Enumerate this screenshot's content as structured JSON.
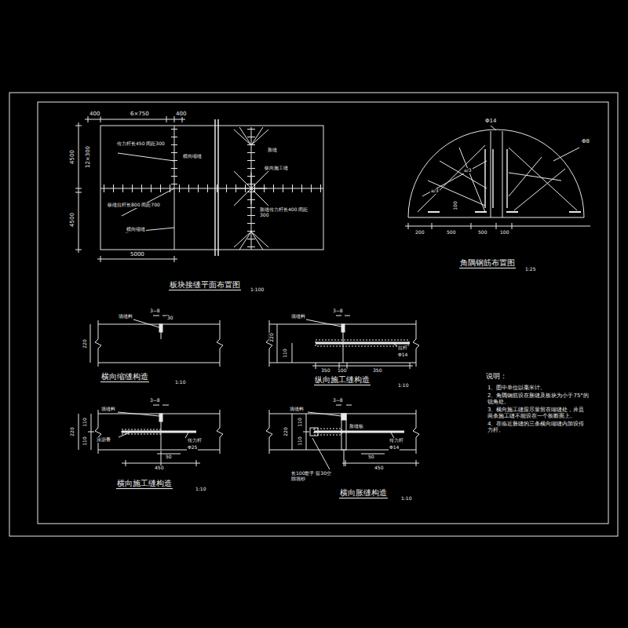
{
  "diagram": {
    "labels": [
      "400",
      "6×750",
      "400",
      "4500",
      "12×300",
      "4500",
      "传力杆长450 间距300",
      "横向缩缝",
      "纵缝拉杆长800 间距700",
      "横向缩缝",
      "5000",
      "胀缝",
      "纵向施工缝",
      "胀缝传力杆长400 间距300",
      "板块接缝平面布置图",
      "1:100",
      "Φ14",
      "Φ8",
      "a/3",
      "a/3",
      "100",
      "200",
      "500",
      "500",
      "100",
      "角隅钢筋布置图",
      "1:25",
      "填缝料",
      "3~8",
      "30",
      "220",
      "横向缩缝构造",
      "1:10",
      "填缝料",
      "3~8",
      "220",
      "110",
      "拉杆",
      "Φ14",
      "350",
      "100",
      "350",
      "纵向施工缝构造",
      "1:10",
      "填缝料",
      "3~8",
      "涂沥青",
      "传力杆",
      "Φ25",
      "220",
      "110",
      "110",
      "50",
      "450",
      "横向施工缝构造",
      "1:10",
      "填缝料",
      "3~8",
      "胀缝板",
      "传力杆",
      "Φ14",
      "220",
      "110",
      "110",
      "50",
      "450",
      "长100套子 留30空隙填纱",
      "横向胀缝构造",
      "1:10",
      "说明：",
      "1、图中单位以毫米计。",
      "2、角隅钢筋设在胀缝及板块为小于75°的锐角处。",
      "3、横向施工缝应尽量留在缩缝处，并且两条施工缝不能设在一个板断面上。",
      "4、在临近胀缝的三条横向缩缝内加设传力杆。"
    ]
  }
}
